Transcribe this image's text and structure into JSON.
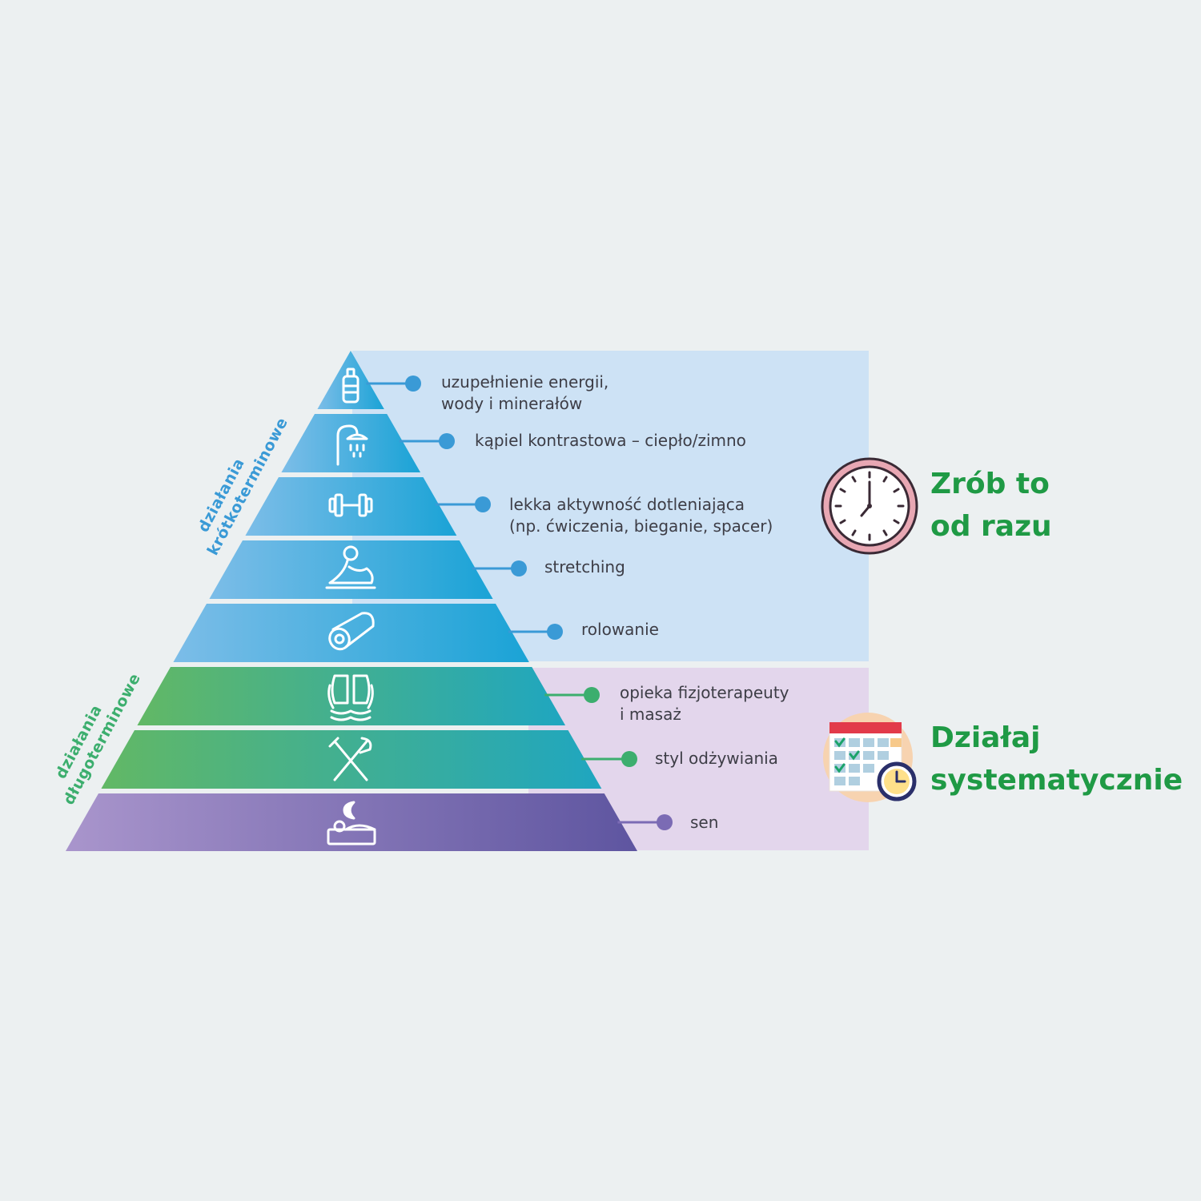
{
  "sections": {
    "short_term": {
      "side_label": [
        "działania",
        "krótkoterminowe"
      ],
      "cta": [
        "Zrób to",
        "od razu"
      ],
      "cta_icon": "clock-icon",
      "panel_color": "#cde2f5"
    },
    "long_term": {
      "side_label": [
        "działania",
        "długoterminowe"
      ],
      "cta": [
        "Działaj",
        "systematycznie"
      ],
      "cta_icon": "calendar-clock-icon",
      "panel_color": "#e3d6ec"
    }
  },
  "levels": [
    {
      "icon": "water-bottle-icon",
      "label": [
        "uzupełnienie energii,",
        "wody i minerałów"
      ],
      "group": "short_term",
      "dot_color": "#3a9ad6"
    },
    {
      "icon": "shower-icon",
      "label": [
        "kąpiel kontrastowa – ciepło/zimno"
      ],
      "group": "short_term",
      "dot_color": "#3a9ad6"
    },
    {
      "icon": "dumbbell-icon",
      "label": [
        "lekka aktywność dotleniająca",
        "(np. ćwiczenia, bieganie, spacer)"
      ],
      "group": "short_term",
      "dot_color": "#3a9ad6"
    },
    {
      "icon": "stretching-person-icon",
      "label": [
        "stretching"
      ],
      "group": "short_term",
      "dot_color": "#3a9ad6"
    },
    {
      "icon": "foam-roller-icon",
      "label": [
        "rolowanie"
      ],
      "group": "short_term",
      "dot_color": "#3a9ad6"
    },
    {
      "icon": "massage-hands-icon",
      "label": [
        "opieka fizjoterapeuty",
        "i masaż"
      ],
      "group": "long_term",
      "dot_color": "#3cae6e"
    },
    {
      "icon": "fork-knife-icon",
      "label": [
        "styl odżywiania"
      ],
      "group": "long_term",
      "dot_color": "#3cae6e"
    },
    {
      "icon": "sleep-icon",
      "label": [
        "sen"
      ],
      "group": "long_term",
      "dot_color": "#7b6bb4"
    }
  ],
  "colors": {
    "blue_light": "#7cbde8",
    "blue_dark": "#1aa3d6",
    "green_light": "#62b865",
    "green_dark": "#1fa6c0",
    "purple_light": "#a995cc",
    "purple_dark": "#5e55a0",
    "cta_green": "#1f9a45",
    "short_label": "#3a9ad6",
    "long_label": "#3cae6e"
  }
}
